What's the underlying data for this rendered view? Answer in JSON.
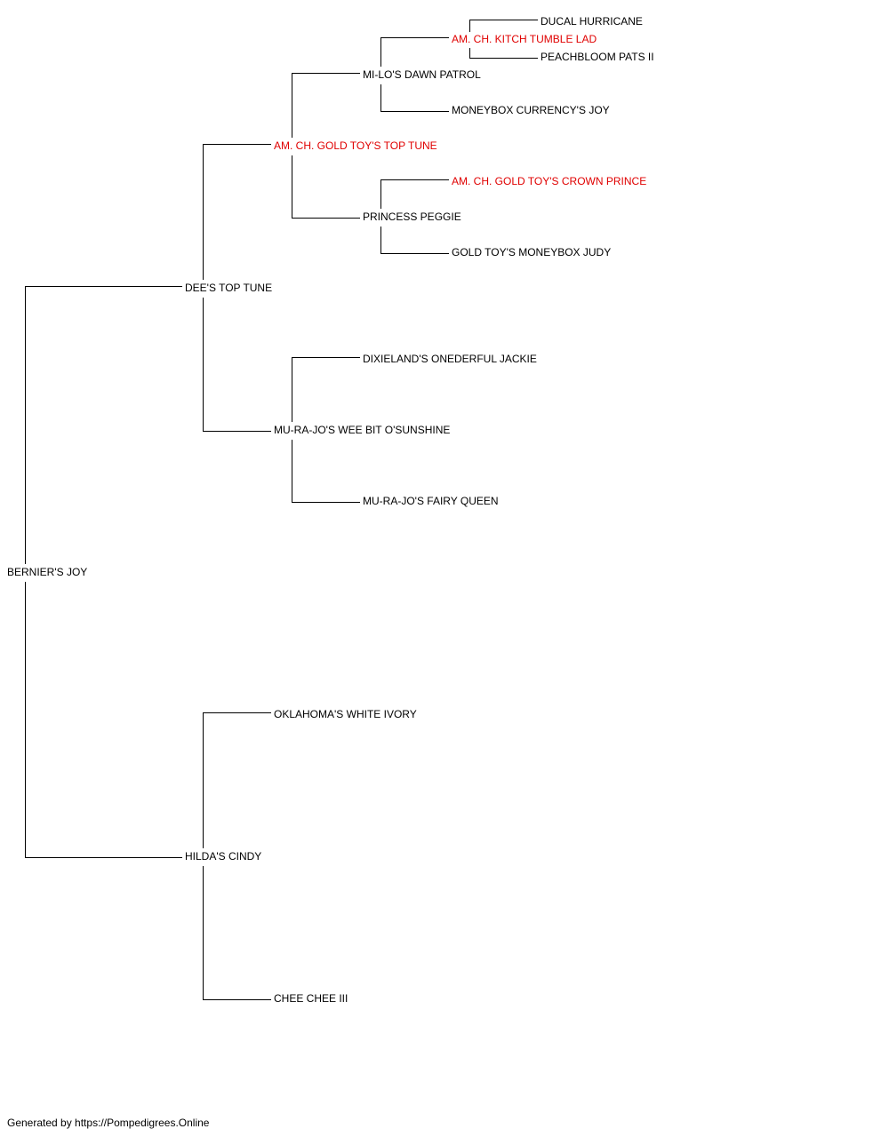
{
  "colors": {
    "line": "#000000",
    "text": "#000000",
    "champion_text": "#e00000",
    "background": "#ffffff"
  },
  "pedigree": {
    "subject": {
      "name": "BERNIER'S JOY"
    },
    "sire": {
      "name": "DEE'S TOP TUNE",
      "sire": {
        "name": "AM. CH. GOLD TOY'S TOP TUNE",
        "champion": true,
        "sire": {
          "name": "MI-LO'S DAWN PATROL",
          "sire": {
            "name": "AM. CH. KITCH TUMBLE LAD",
            "champion": true,
            "sire": {
              "name": "DUCAL HURRICANE"
            },
            "dam": {
              "name": "PEACHBLOOM PATS II"
            }
          },
          "dam": {
            "name": "MONEYBOX CURRENCY'S JOY"
          }
        },
        "dam": {
          "name": "PRINCESS PEGGIE",
          "sire": {
            "name": "AM. CH. GOLD TOY'S CROWN PRINCE",
            "champion": true
          },
          "dam": {
            "name": "GOLD TOY'S MONEYBOX JUDY"
          }
        }
      },
      "dam": {
        "name": "MU-RA-JO'S WEE BIT O'SUNSHINE",
        "sire": {
          "name": "DIXIELAND'S ONEDERFUL JACKIE"
        },
        "dam": {
          "name": "MU-RA-JO'S FAIRY QUEEN"
        }
      }
    },
    "dam": {
      "name": "HILDA'S CINDY",
      "sire": {
        "name": "OKLAHOMA'S WHITE IVORY"
      },
      "dam": {
        "name": "CHEE CHEE III"
      }
    }
  },
  "footer": {
    "text": "Generated by https://Pompedigrees.Online"
  }
}
